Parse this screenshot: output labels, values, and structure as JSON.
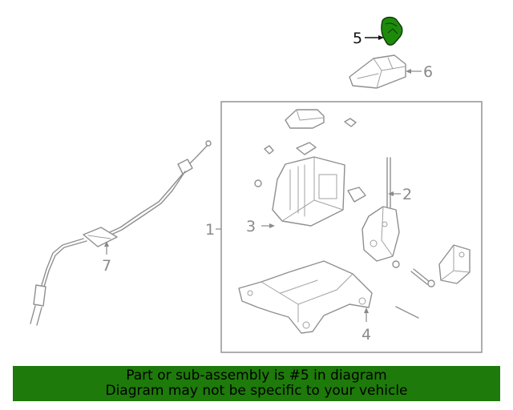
{
  "diagram": {
    "highlight_color": "#1e8a0c",
    "callouts": {
      "c1": "1",
      "c2": "2",
      "c3": "3",
      "c4": "4",
      "c5": "5",
      "c6": "6",
      "c7": "7"
    },
    "highlighted_part": "5"
  },
  "banner": {
    "line1": "Part or sub-assembly is #5 in diagram",
    "line2": "Diagram may not be specific to your vehicle",
    "background": "#1e7a0a"
  }
}
